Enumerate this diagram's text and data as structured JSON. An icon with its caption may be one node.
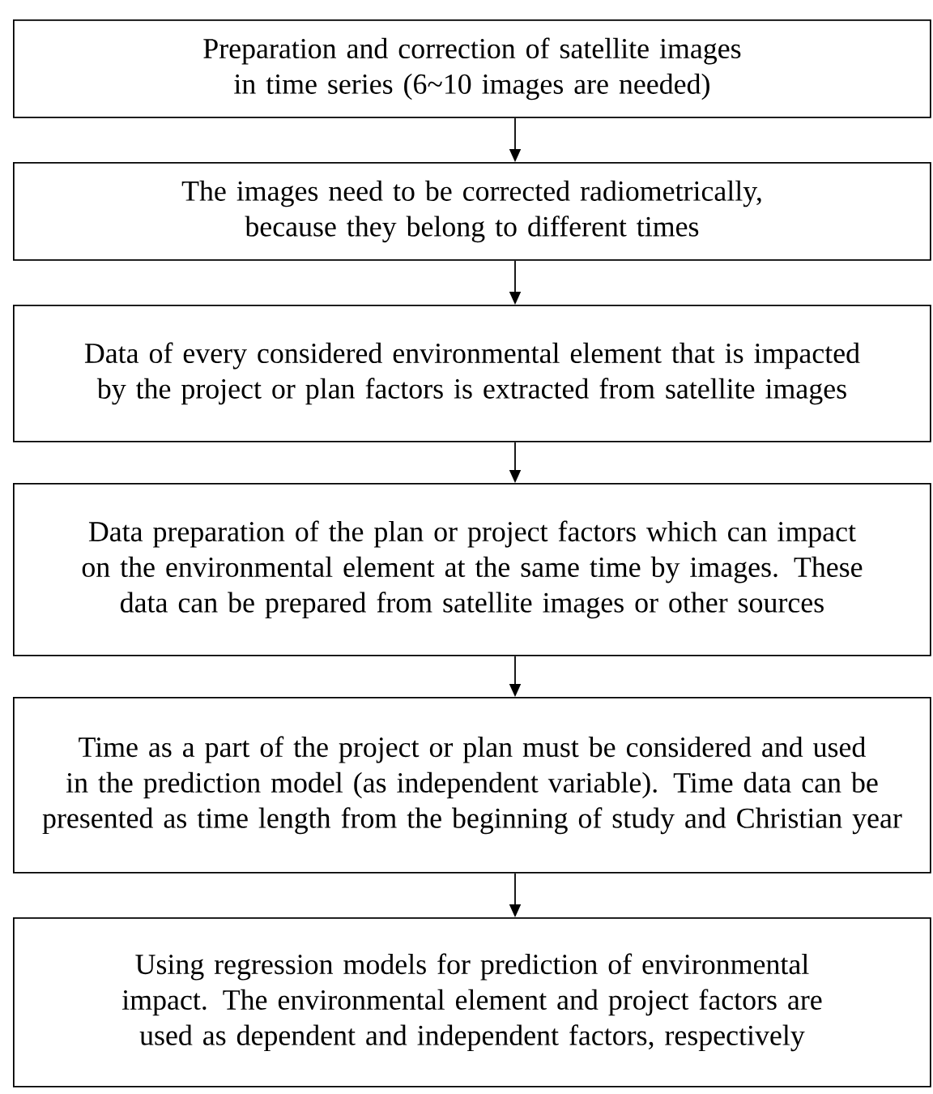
{
  "diagram": {
    "nodes": [
      {
        "text": [
          "Preparation and correction of satellite images in time series (6~10 images are needed)"
        ]
      },
      {
        "text": [
          "The images need to be corrected radiometrically, because they belong to different times"
        ]
      },
      {
        "text": [
          "Data of every considered environmental element that is impacted by the project or plan factors is extracted from satellite images"
        ]
      },
      {
        "text": [
          "Data preparation of the plan or project factors which can impact on the environmental element at the same time by images. These data can be prepared from satellite images or other sources"
        ]
      },
      {
        "text": [
          "Time as a part of the project or plan must be considered and used in the prediction model (as independent variable). Time data can be presented as time length from the beginning of study and Christian year"
        ]
      },
      {
        "text": [
          "Using regression models for prediction of environmental impact. The environmental element and project factors are used as dependent and independent factors, respectively"
        ]
      }
    ],
    "edges": [
      {
        "from": 0,
        "to": 1,
        "arrow": "to"
      },
      {
        "from": 1,
        "to": 2,
        "arrow": "to"
      },
      {
        "from": 2,
        "to": 3,
        "arrow": "to"
      },
      {
        "from": 3,
        "to": 4,
        "arrow": "to"
      },
      {
        "from": 4,
        "to": 5,
        "arrow": "to"
      }
    ]
  }
}
